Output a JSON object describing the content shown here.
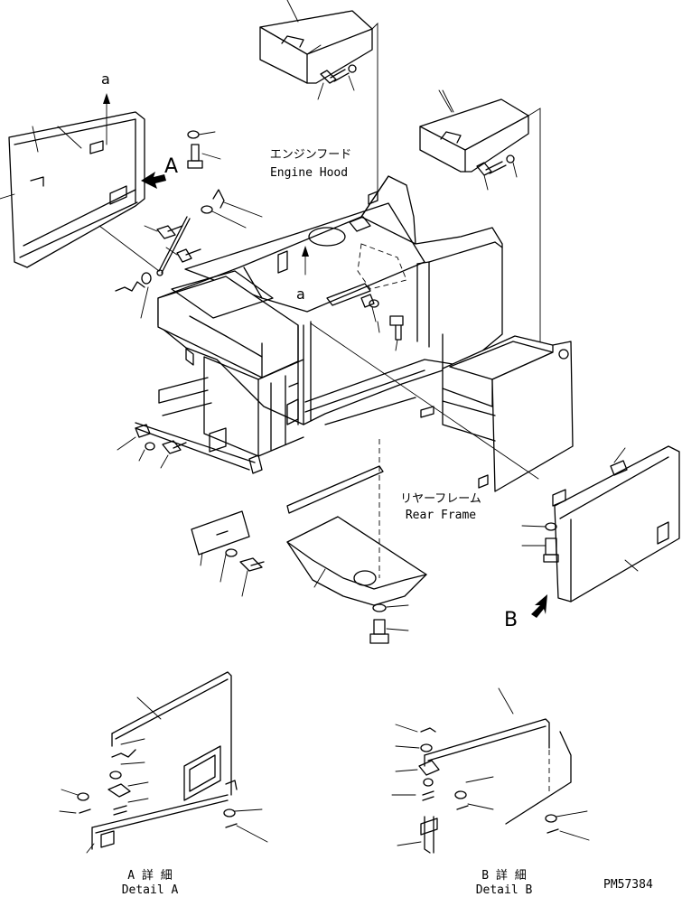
{
  "labels": {
    "engine_hood_jp": "エンジンフード",
    "engine_hood_en": "Engine Hood",
    "rear_frame_jp": "リヤーフレーム",
    "rear_frame_en": "Rear Frame",
    "detail_a_jp": "A 詳 細",
    "detail_a_en": "Detail A",
    "detail_b_jp": "B 詳 細",
    "detail_b_en": "Detail B",
    "view_a_marker": "A",
    "view_b_marker": "B",
    "lower_a_top": "a",
    "lower_a_mid": "a",
    "part_number": "PM57384"
  }
}
